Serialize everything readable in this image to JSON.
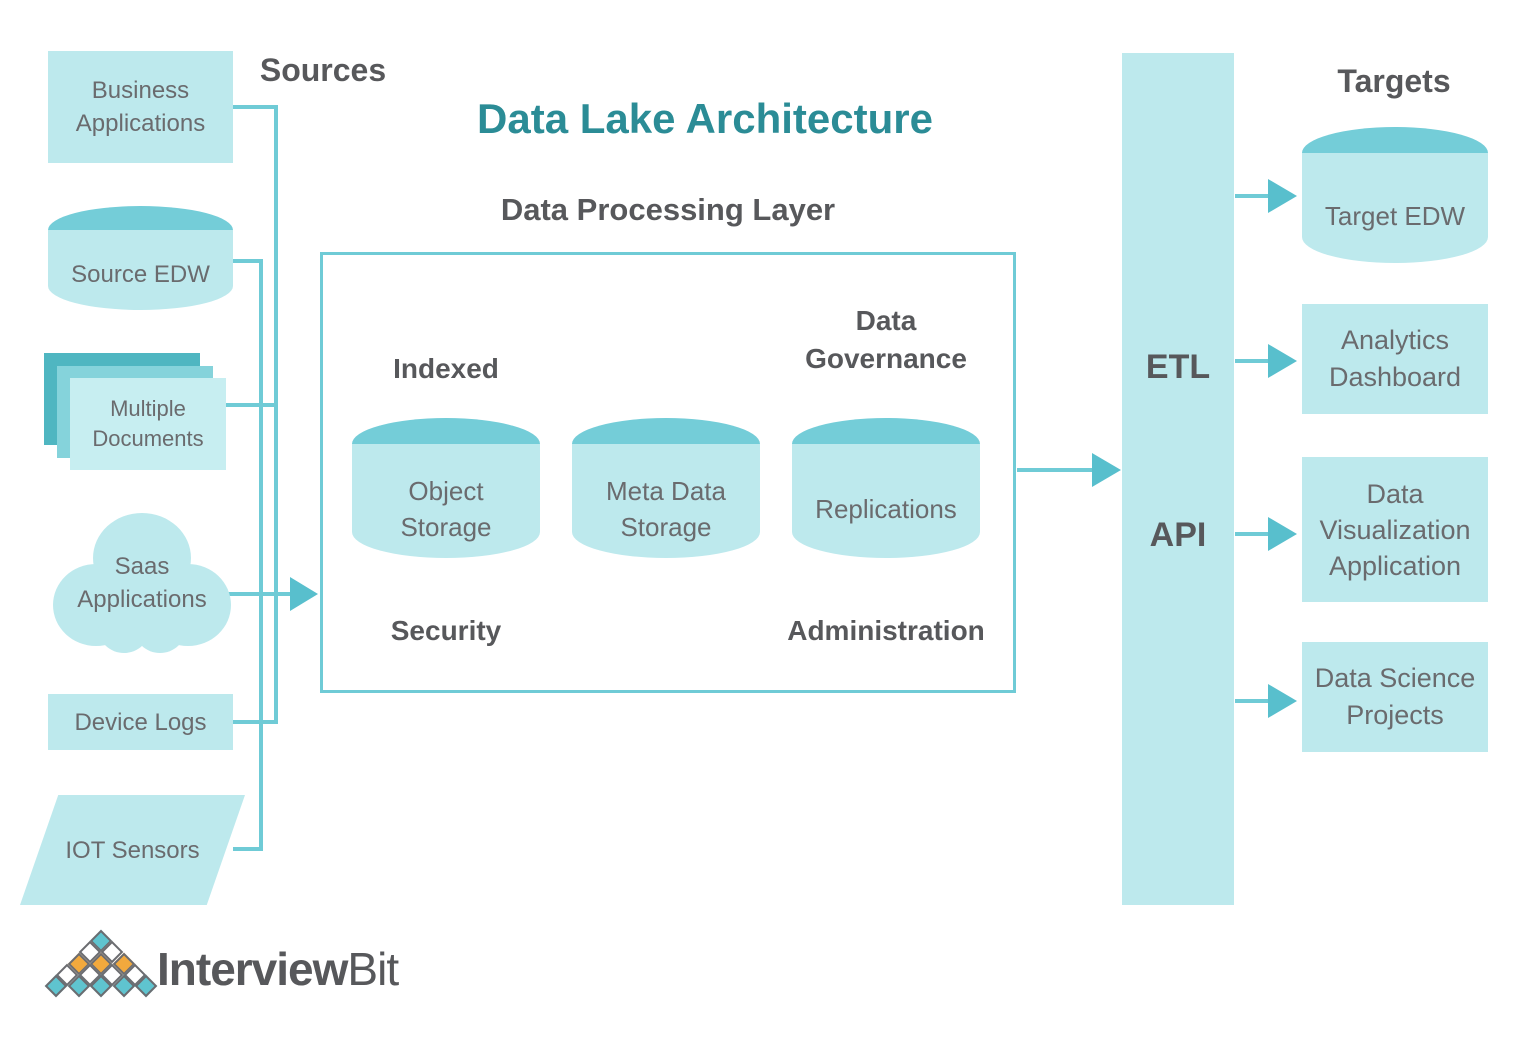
{
  "title": "Data Lake Architecture",
  "sources": {
    "heading": "Sources",
    "business_apps": "Business Applications",
    "source_edw": "Source EDW",
    "multiple_documents": "Multiple Documents",
    "saas_apps": "Saas Applications",
    "device_logs": "Device Logs",
    "iot_sensors": "IOT Sensors"
  },
  "processing": {
    "heading": "Data Processing Layer",
    "indexed": "Indexed",
    "governance": "Data Governance",
    "security": "Security",
    "administration": "Administration",
    "object_storage": "Object Storage",
    "meta_data_storage": "Meta Data Storage",
    "replications": "Replications"
  },
  "pipeline": {
    "etl": "ETL",
    "api": "API"
  },
  "targets": {
    "heading": "Targets",
    "target_edw": "Target EDW",
    "analytics_dashboard": "Analytics Dashboard",
    "data_visualization": "Data Visualization Application",
    "data_science": "Data Science Projects"
  },
  "logo": {
    "text_primary": "Interview",
    "text_secondary": "Bit",
    "pyramid_rows": [
      [
        "teal"
      ],
      [
        "white",
        "white"
      ],
      [
        "orange",
        "orange",
        "orange"
      ],
      [
        "white",
        "white",
        "white",
        "white"
      ],
      [
        "teal",
        "teal",
        "teal",
        "teal",
        "teal"
      ]
    ],
    "colors": {
      "teal": "#5fc4cf",
      "orange": "#f2a93d",
      "white": "#ffffff",
      "border": "#6b6c70"
    }
  },
  "colors": {
    "shape_fill": "#bde9ed",
    "shape_fill_light": "#c7eef1",
    "cylinder_top": "#74cdd8",
    "doc_mid": "#85d3db",
    "doc_back": "#4fb6c1",
    "line": "#6fcbd6",
    "arrow": "#58bfcd",
    "title_teal": "#2b8c96",
    "heading_gray": "#57585b",
    "label_gray": "#6a6b6e"
  }
}
